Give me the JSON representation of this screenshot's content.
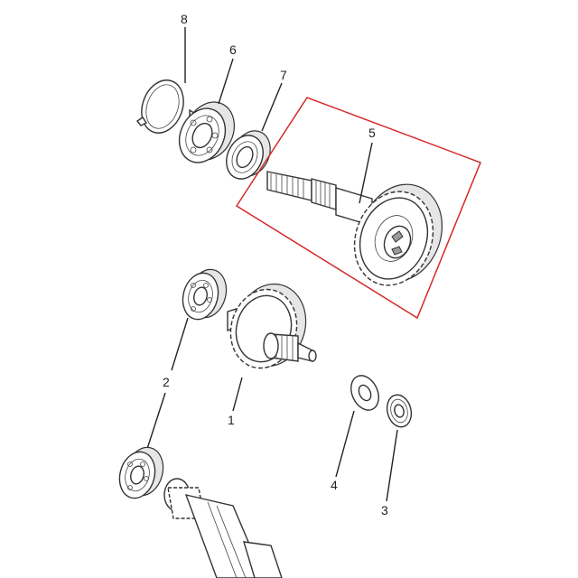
{
  "diagram": {
    "callouts": {
      "c1": "1",
      "c2": "2",
      "c3": "3",
      "c4": "4",
      "c5": "5",
      "c6": "6",
      "c7": "7",
      "c8": "8"
    },
    "highlight_color": "#d62828"
  }
}
